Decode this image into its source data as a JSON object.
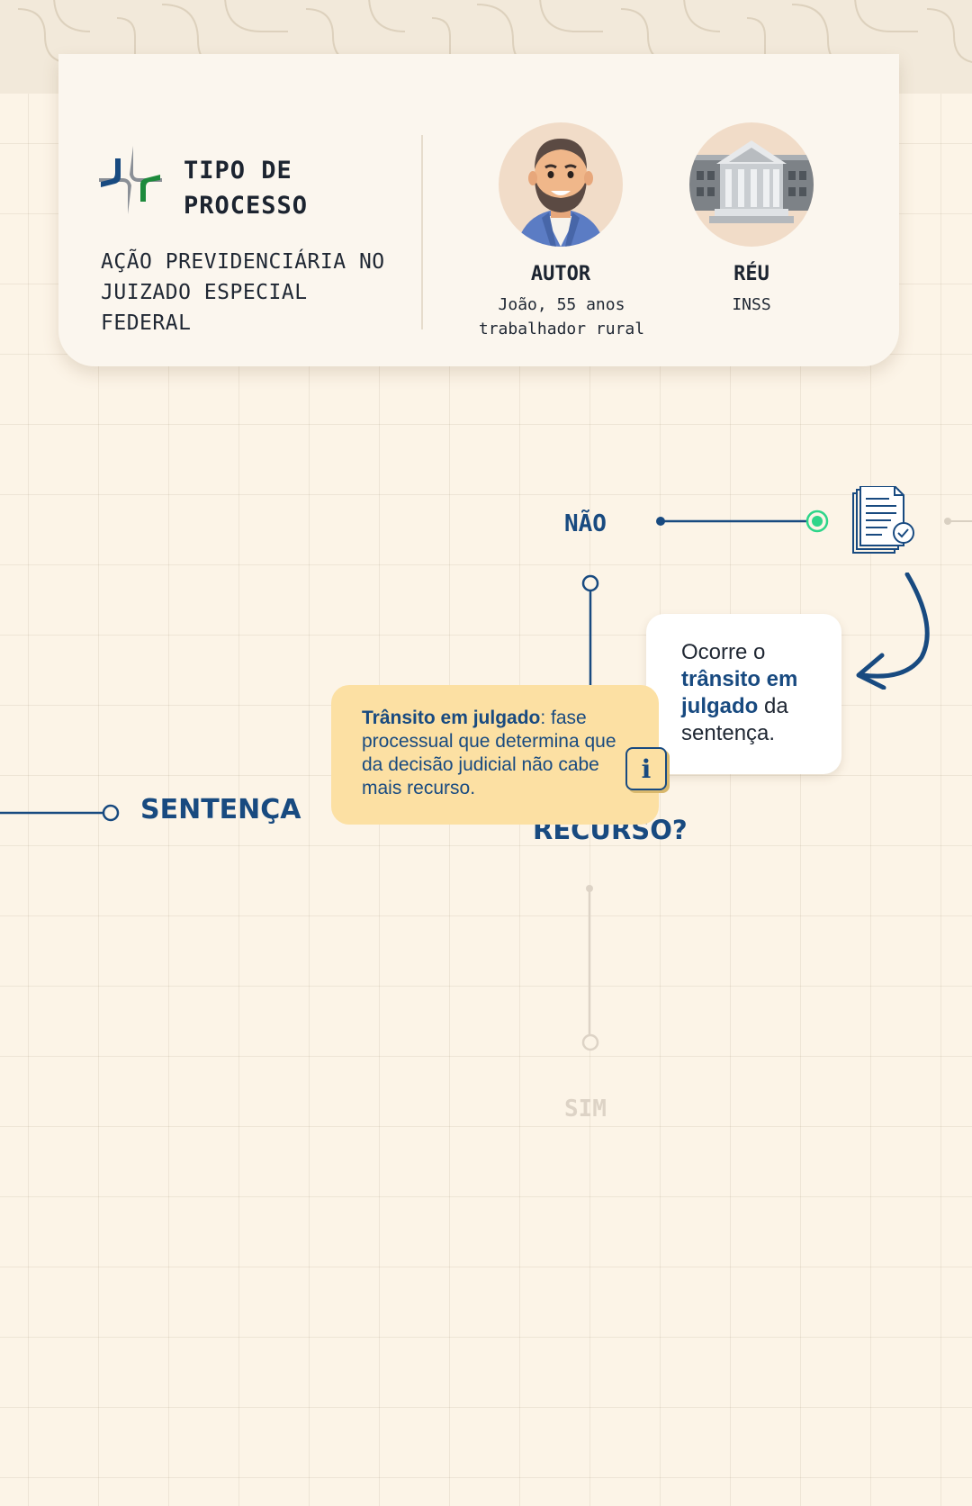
{
  "header": {
    "type_title": "TIPO DE PROCESSO",
    "type_description": "AÇÃO PREVIDENCIÁRIA NO JUIZADO ESPECIAL FEDERAL",
    "author": {
      "role": "AUTOR",
      "name": "João, 55 anos",
      "occupation": "trabalhador rural"
    },
    "defendant": {
      "role": "RÉU",
      "name": "INSS"
    }
  },
  "flow": {
    "sentence_label": "SENTENÇA",
    "question_label": "RECURSO?",
    "no_label": "NÃO",
    "yes_label": "SIM"
  },
  "bubble": {
    "pre": "Ocorre o",
    "highlight": "trânsito em julgado",
    "post": "da sentença."
  },
  "tooltip": {
    "term": "Trânsito em julgado",
    "definition": ": fase processual que determina que da decisão judicial não cabe mais recurso.",
    "info_glyph": "i"
  },
  "colors": {
    "primary": "#184a80",
    "accent_green": "#2ed58a",
    "tooltip_bg": "#fce0a3",
    "background": "#fcf4e7"
  },
  "icons": [
    "logo-icon",
    "author-avatar",
    "court-building-icon",
    "document-check-icon",
    "curved-arrow-icon",
    "info-icon"
  ]
}
